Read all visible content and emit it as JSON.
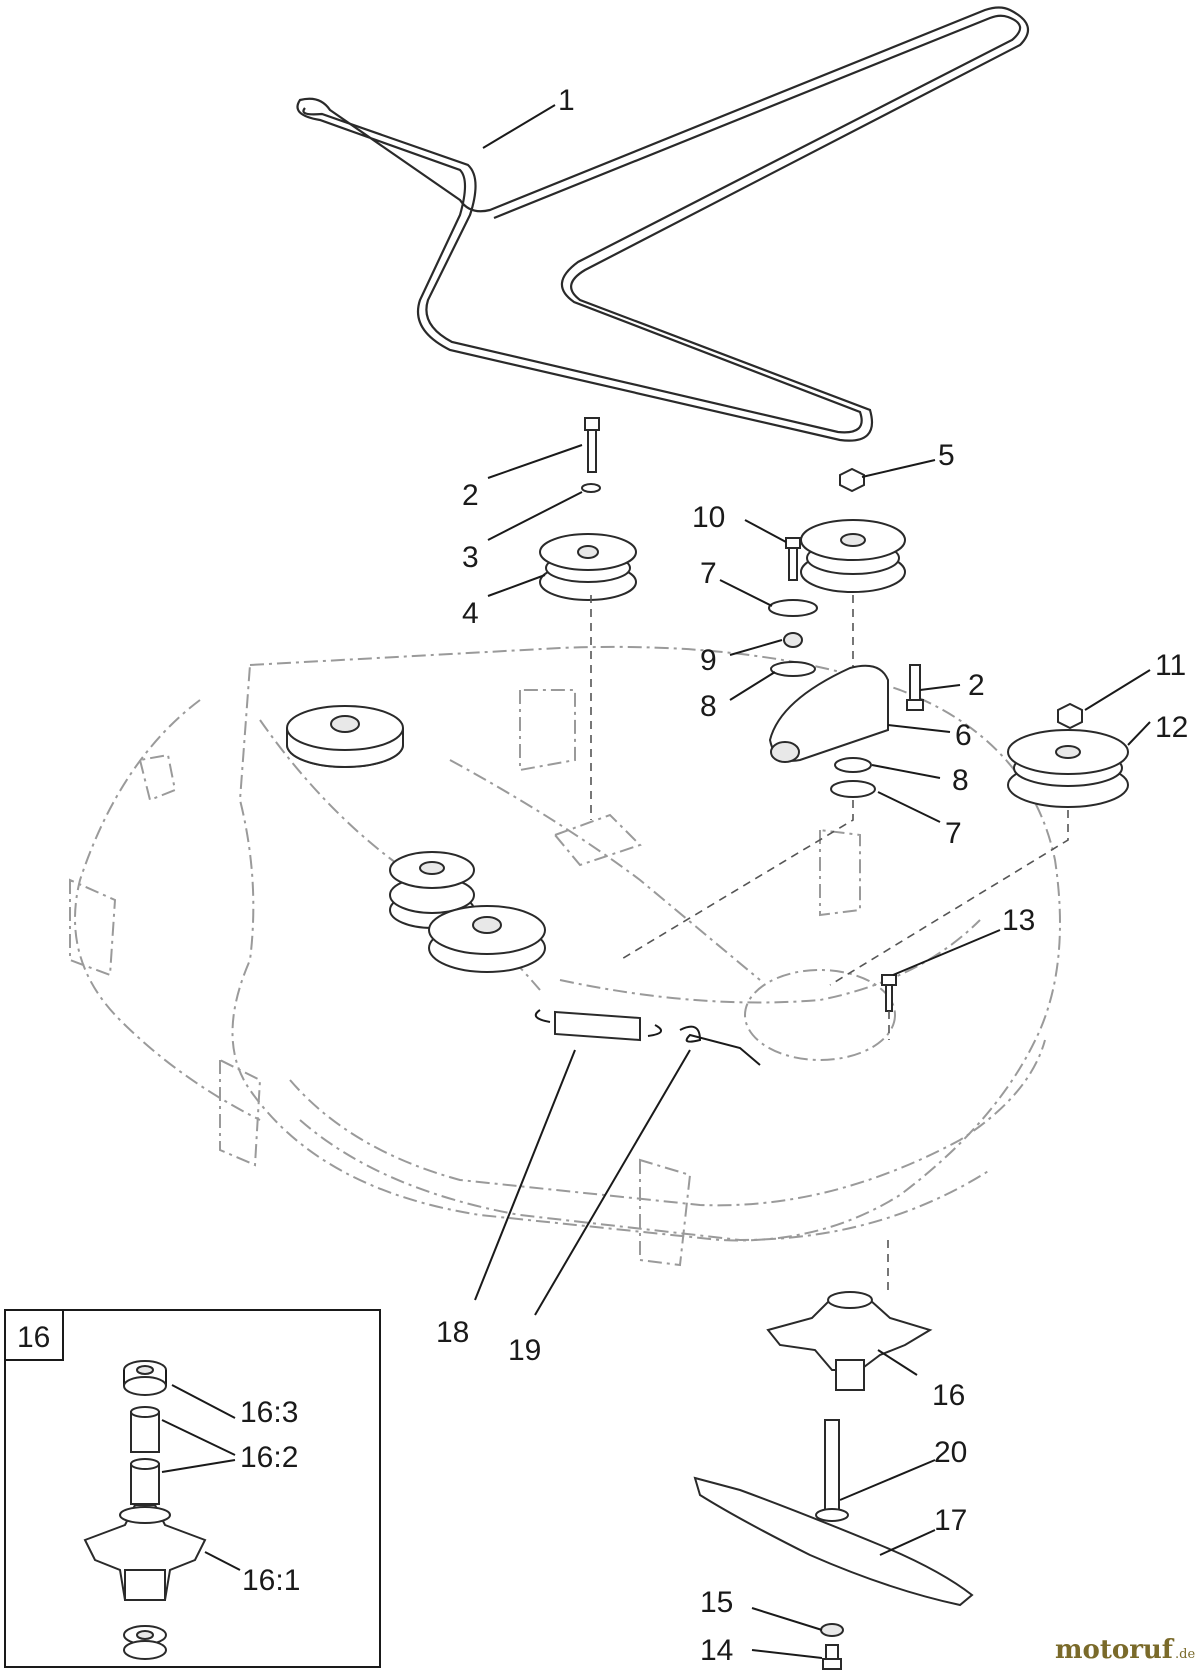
{
  "callouts": [
    {
      "id": "c1",
      "label": "1"
    },
    {
      "id": "c2a",
      "label": "2"
    },
    {
      "id": "c3",
      "label": "3"
    },
    {
      "id": "c4",
      "label": "4"
    },
    {
      "id": "c5",
      "label": "5"
    },
    {
      "id": "c10",
      "label": "10"
    },
    {
      "id": "c7a",
      "label": "7"
    },
    {
      "id": "c9",
      "label": "9"
    },
    {
      "id": "c8a",
      "label": "8"
    },
    {
      "id": "c2b",
      "label": "2"
    },
    {
      "id": "c6",
      "label": "6"
    },
    {
      "id": "c11",
      "label": "11"
    },
    {
      "id": "c12",
      "label": "12"
    },
    {
      "id": "c8b",
      "label": "8"
    },
    {
      "id": "c7b",
      "label": "7"
    },
    {
      "id": "c13",
      "label": "13"
    },
    {
      "id": "c18",
      "label": "18"
    },
    {
      "id": "c19",
      "label": "19"
    },
    {
      "id": "c16",
      "label": "16"
    },
    {
      "id": "c20",
      "label": "20"
    },
    {
      "id": "c17",
      "label": "17"
    },
    {
      "id": "c15",
      "label": "15"
    },
    {
      "id": "c14",
      "label": "14"
    }
  ],
  "inset": {
    "title": "16",
    "callouts": [
      {
        "id": "i163",
        "label": "16:3"
      },
      {
        "id": "i162",
        "label": "16:2"
      },
      {
        "id": "i161",
        "label": "16:1"
      }
    ]
  },
  "watermark": {
    "brand": "motoruf",
    "suffix": ".de"
  },
  "colors": {
    "line": "#1a1a1a",
    "deck": "#9a9a9a",
    "logo": "#7a6a2a"
  }
}
